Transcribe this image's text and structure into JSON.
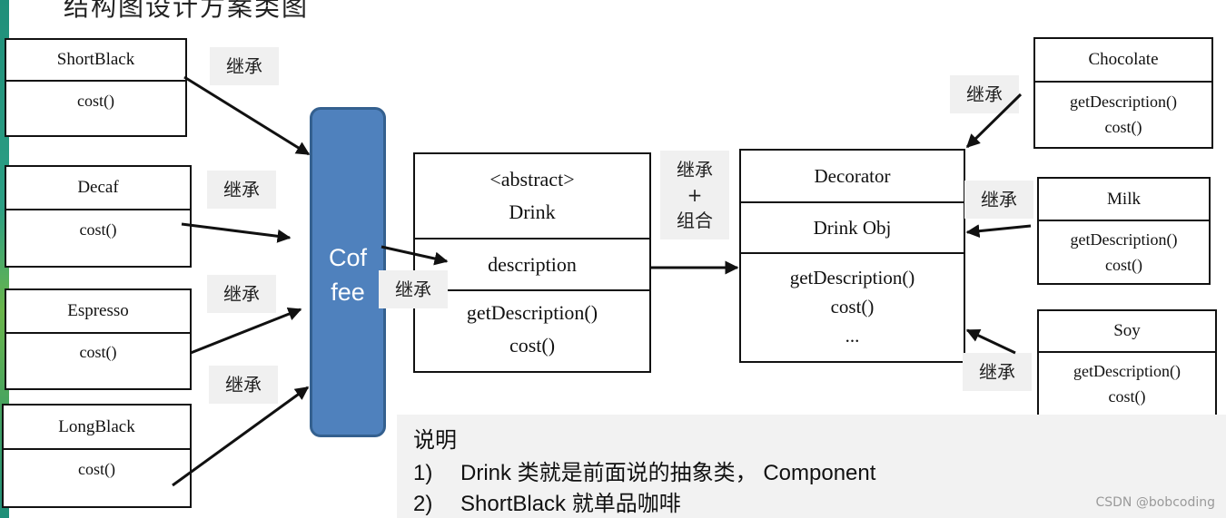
{
  "header_partial_text": "结构图设计方案类图",
  "concrete_coffees": [
    {
      "name": "ShortBlack",
      "method": "cost()"
    },
    {
      "name": "Decaf",
      "method": "cost()"
    },
    {
      "name": "Espresso",
      "method": "cost()"
    },
    {
      "name": "LongBlack",
      "method": "cost()"
    }
  ],
  "coffee_label": {
    "line1": "Cof",
    "line2": "fee"
  },
  "drink": {
    "stereotype": "<abstract>",
    "name": "Drink",
    "field": "description",
    "methods": [
      "getDescription()",
      "cost()"
    ]
  },
  "decorator": {
    "name": "Decorator",
    "field": "Drink Obj",
    "methods": [
      "getDescription()",
      "cost()",
      "..."
    ]
  },
  "condiments": [
    {
      "name": "Chocolate",
      "methods": [
        "getDescription()",
        "cost()"
      ]
    },
    {
      "name": "Milk",
      "methods": [
        "getDescription()",
        "cost()"
      ]
    },
    {
      "name": "Soy",
      "methods": [
        "getDescription()",
        "cost()"
      ]
    }
  ],
  "labels": {
    "inherit": "继承",
    "inherit_plus_compose": {
      "line1": "继承",
      "line2": "+",
      "line3": "组合"
    }
  },
  "note": {
    "title": "说明",
    "items": [
      {
        "num": "1)",
        "text": "Drink 类就是前面说的抽象类， Component"
      },
      {
        "num": "2)",
        "text": "ShortBlack 就单品咖啡"
      }
    ]
  },
  "watermark": "CSDN @bobcoding",
  "colors": {
    "coffee_fill": "#4f81bd",
    "coffee_border": "#34608f",
    "accent_strip": "#1f8f7a"
  }
}
